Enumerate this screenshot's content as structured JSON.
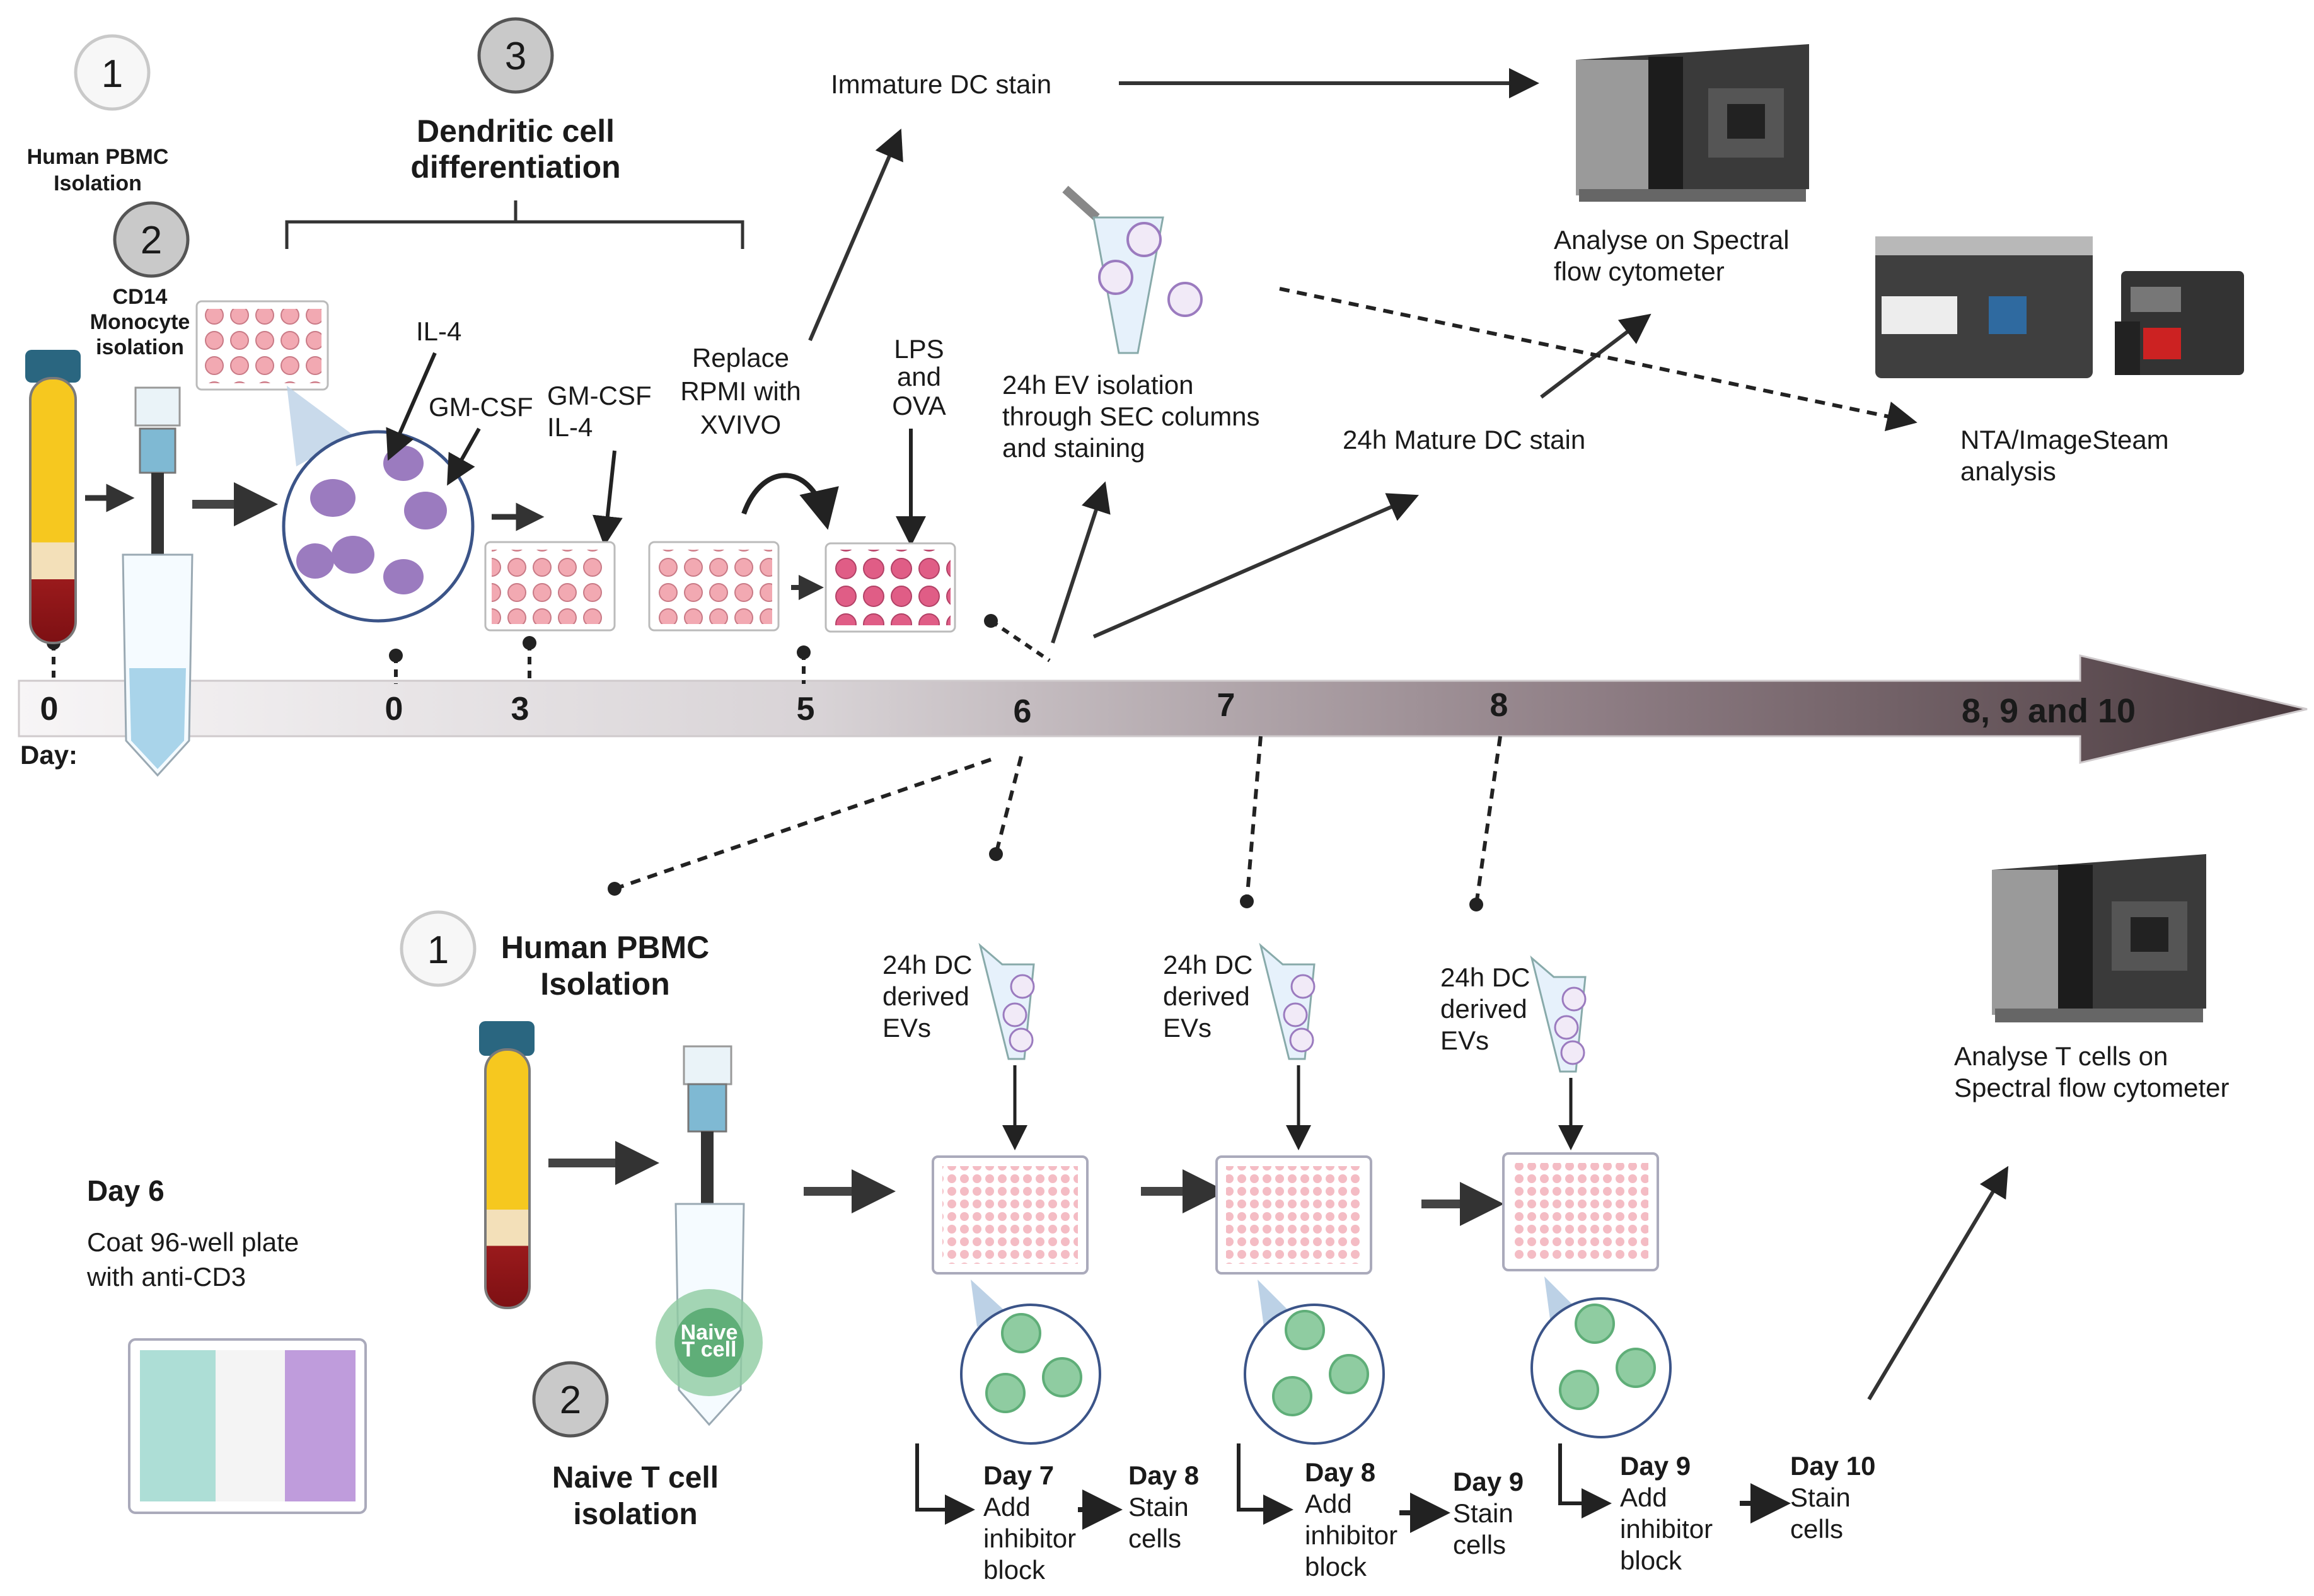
{
  "top": {
    "step1": {
      "num": "1",
      "label_line1": "Human PBMC",
      "label_line2": "Isolation"
    },
    "step2": {
      "num": "2",
      "label_line1": "CD14",
      "label_line2": "Monocyte",
      "label_line3": "isolation"
    },
    "step3": {
      "num": "3",
      "label_line1": "Dendritic cell",
      "label_line2": "differentiation"
    },
    "il4": "IL-4",
    "gmcsf": "GM-CSF",
    "gmcsf_il4_line1": "GM-CSF",
    "gmcsf_il4_line2": "IL-4",
    "replace_line1": "Replace",
    "replace_line2": "RPMI with",
    "replace_line3": "XVIVO",
    "lps_line1": "LPS",
    "lps_line2": "and",
    "lps_line3": "OVA",
    "immature": "Immature DC stain",
    "ev_line1": "24h EV isolation",
    "ev_line2": "through SEC columns",
    "ev_line3": "and staining",
    "mature": "24h Mature DC stain",
    "spectral_line1": "Analyse on Spectral",
    "spectral_line2": "flow cytometer",
    "nta_line1": "NTA/ImageSteam",
    "nta_line2": "analysis"
  },
  "timeline": {
    "day_label": "Day:",
    "ticks": [
      "0",
      "0",
      "3",
      "5",
      "6",
      "7",
      "8",
      "8, 9 and 10"
    ]
  },
  "bottom": {
    "step1": {
      "num": "1",
      "label_line1": "Human PBMC",
      "label_line2": "Isolation"
    },
    "step2": {
      "num": "2",
      "label_line1": "Naive T cell",
      "label_line2": "isolation"
    },
    "day6_title": "Day 6",
    "day6_line1": "Coat 96-well plate",
    "day6_line2": "with anti-CD3",
    "naive_badge_line1": "Naive",
    "naive_badge_line2": "T cell",
    "ev_blocks": [
      {
        "line1": "24h DC",
        "line2": "derived",
        "line3": "EVs"
      },
      {
        "line1": "24h DC",
        "line2": "derived",
        "line3": "EVs"
      },
      {
        "line1": "24h DC",
        "line2": "derived",
        "line3": "EVs"
      }
    ],
    "steps": [
      {
        "day": "Day 7",
        "l1": "Add",
        "l2": "inhibitor",
        "l3": "block"
      },
      {
        "day": "Day 8",
        "l1": "Stain",
        "l2": "cells"
      },
      {
        "day": "Day 8",
        "l1": "Add",
        "l2": "inhibitor",
        "l3": "block"
      },
      {
        "day": "Day 9",
        "l1": "Stain",
        "l2": "cells"
      },
      {
        "day": "Day 9",
        "l1": "Add",
        "l2": "inhibitor",
        "l3": "block"
      },
      {
        "day": "Day 10",
        "l1": "Stain",
        "l2": "cells"
      }
    ],
    "tcell_line1": "Analyse T cells on",
    "tcell_line2": "Spectral flow cytometer"
  },
  "colors": {
    "blood_dark": "#9a1a1c",
    "plasma": "#f6c81f",
    "buffy": "#f3e0b9",
    "tube_liquid": "#a9d4ea",
    "cap": "#2a6680",
    "cell_purple": "#9b7bbf",
    "well_pink": "#f2a9b2",
    "well_magenta": "#e05d86",
    "well_teal": "#9fd8cf",
    "well_violet": "#b48bd6",
    "tcell_green": "#8fcca1",
    "cyto_dark": "#3a3a3a",
    "cyto_grey": "#9a9a9a"
  }
}
